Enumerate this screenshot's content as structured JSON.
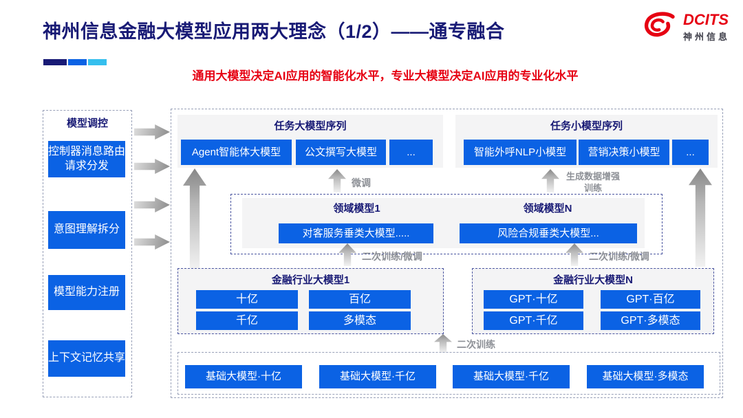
{
  "header": {
    "title": "神州信息金融大模型应用两大理念（1/2）——通专融合",
    "subtitle": "通用大模型决定AI应用的智能化水平，专业大模型决定AI应用的专业化水平",
    "logo": {
      "brand": "DCITS",
      "brand_cn": "神州信息"
    }
  },
  "colors": {
    "navy": "#181a75",
    "blue": "#0b62e4",
    "cyan": "#35bfee",
    "red": "#e60012",
    "panel_gray": "#f4f4f5"
  },
  "sidebar": {
    "title": "模型调控",
    "items": [
      {
        "label": "控制器消息路由请求分发"
      },
      {
        "label": "意图理解拆分"
      },
      {
        "label": "模型能力注册"
      },
      {
        "label": "上下文记忆共享"
      }
    ]
  },
  "main": {
    "task_large": {
      "title": "任务大模型序列",
      "items": [
        "Agent智能体大模型",
        "公文撰写大模型",
        "..."
      ]
    },
    "task_small": {
      "title": "任务小模型序列",
      "items": [
        "智能外呼NLP小模型",
        "营销决策小模型",
        "..."
      ]
    },
    "domain": {
      "left": {
        "title": "领域模型1",
        "item": "对客服务垂类大模型....."
      },
      "right": {
        "title": "领域模型N",
        "item": "风险合规垂类大模型..."
      }
    },
    "industry_left": {
      "title": "金融行业大模型1",
      "items": [
        "十亿",
        "百亿",
        "千亿",
        "多模态"
      ]
    },
    "industry_right": {
      "title": "金融行业大模型N",
      "items": [
        "GPT·十亿",
        "GPT·百亿",
        "GPT·千亿",
        "GPT·多模态"
      ]
    },
    "base": {
      "items": [
        "基础大模型·十亿",
        "基础大模型·千亿",
        "基础大模型·千亿",
        "基础大模型·多模态"
      ]
    },
    "labels": {
      "finetune": "微调",
      "augment": "生成数据增强训练",
      "retrain_left": "二次训练/微调",
      "retrain_right": "二次训练/微调",
      "retrain": "二次训练"
    }
  }
}
